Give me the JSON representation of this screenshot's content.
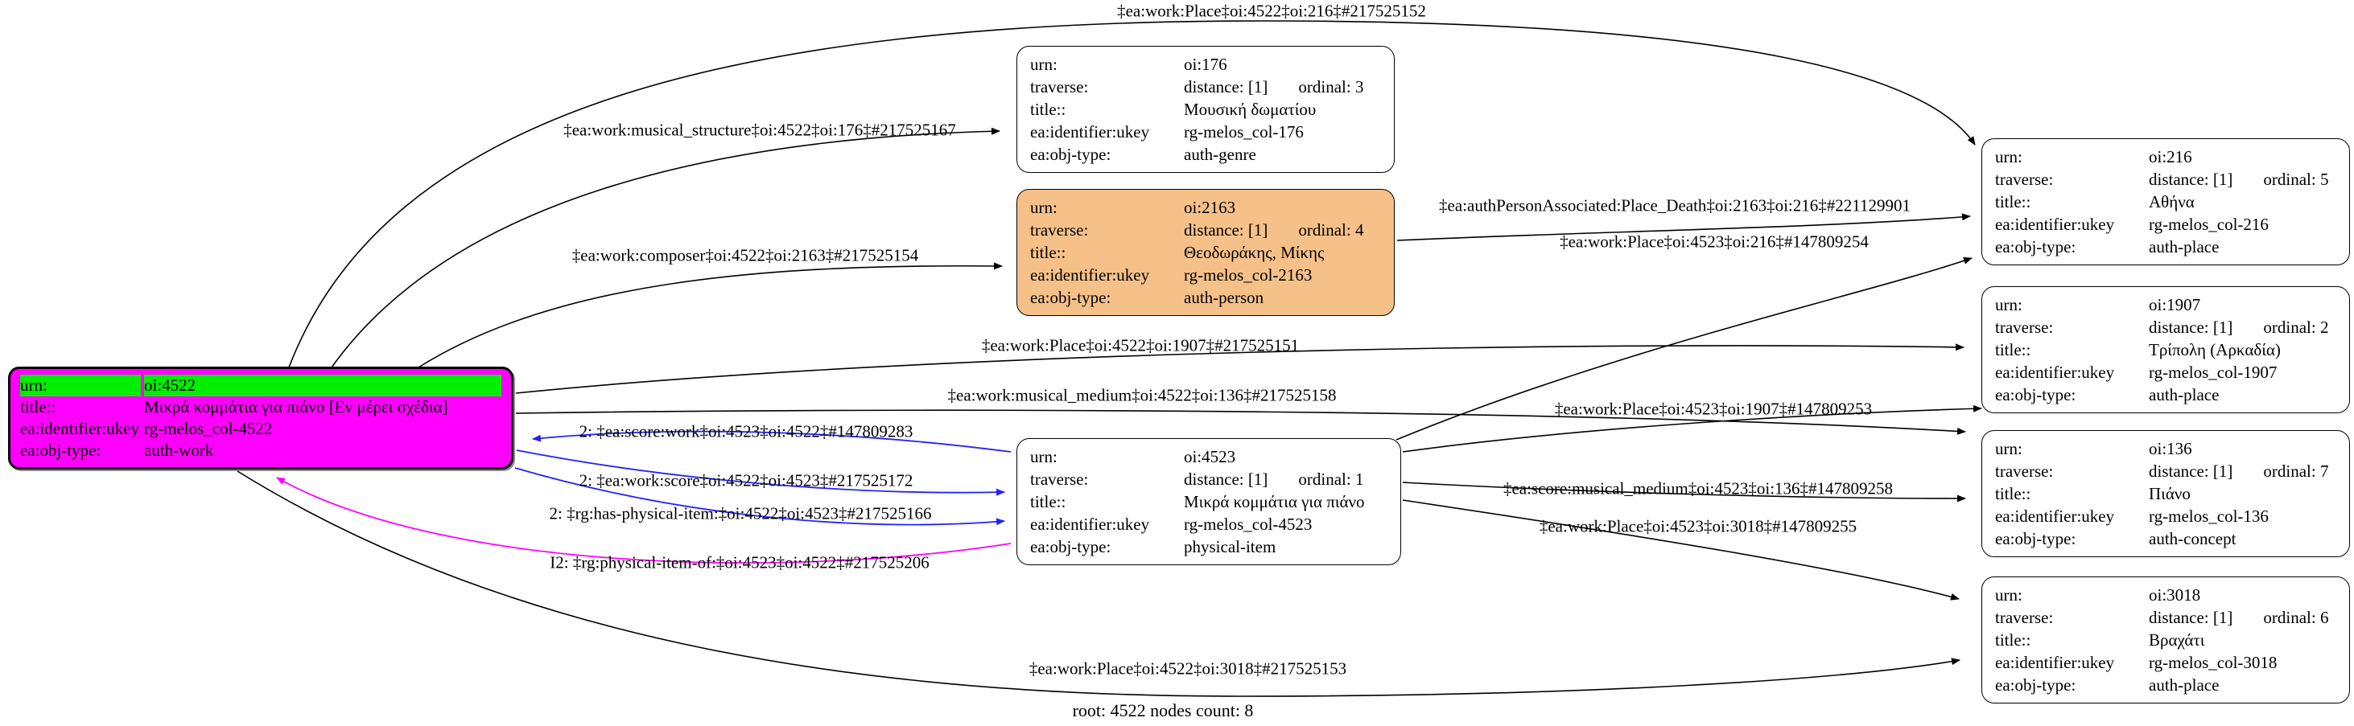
{
  "footer": {
    "text": "root: 4522 nodes count: 8"
  },
  "colors": {
    "root_fill": "#ff00ff",
    "root_urn_bg": "#00ee00",
    "person_fill": "#f5c189",
    "node_fill": "#ffffff",
    "edge_black": "#000000",
    "edge_blue": "#2222ff",
    "edge_magenta": "#ff00ff"
  },
  "nodes": {
    "n4522": {
      "rows": {
        "urn": {
          "label": "urn:",
          "value": "oi:4522"
        },
        "title": {
          "label": "title::",
          "value": "Μικρά κομμάτια για πιάνο [Εν μέρει σχέδια]"
        },
        "ukey": {
          "label": "ea:identifier:ukey",
          "value": "rg-melos_col-4522"
        },
        "objtype": {
          "label": "ea:obj-type:",
          "value": "auth-work"
        }
      }
    },
    "n176": {
      "rows": {
        "urn": {
          "label": "urn:",
          "value": "oi:176"
        },
        "traverse": {
          "label": "traverse:",
          "value": "distance: [1]",
          "ordinal": "ordinal: 3"
        },
        "title": {
          "label": "title::",
          "value": "Μουσική δωματίου"
        },
        "ukey": {
          "label": "ea:identifier:ukey",
          "value": "rg-melos_col-176"
        },
        "objtype": {
          "label": "ea:obj-type:",
          "value": "auth-genre"
        }
      }
    },
    "n2163": {
      "rows": {
        "urn": {
          "label": "urn:",
          "value": "oi:2163"
        },
        "traverse": {
          "label": "traverse:",
          "value": "distance: [1]",
          "ordinal": "ordinal: 4"
        },
        "title": {
          "label": "title::",
          "value": "Θεοδωράκης, Μίκης"
        },
        "ukey": {
          "label": "ea:identifier:ukey",
          "value": "rg-melos_col-2163"
        },
        "objtype": {
          "label": "ea:obj-type:",
          "value": "auth-person"
        }
      }
    },
    "n4523": {
      "rows": {
        "urn": {
          "label": "urn:",
          "value": "oi:4523"
        },
        "traverse": {
          "label": "traverse:",
          "value": "distance: [1]",
          "ordinal": "ordinal: 1"
        },
        "title": {
          "label": "title::",
          "value": "Μικρά κομμάτια για πιάνο"
        },
        "ukey": {
          "label": "ea:identifier:ukey",
          "value": "rg-melos_col-4523"
        },
        "objtype": {
          "label": "ea:obj-type:",
          "value": "physical-item"
        }
      }
    },
    "n216": {
      "rows": {
        "urn": {
          "label": "urn:",
          "value": "oi:216"
        },
        "traverse": {
          "label": "traverse:",
          "value": "distance: [1]",
          "ordinal": "ordinal: 5"
        },
        "title": {
          "label": "title::",
          "value": "Αθήνα"
        },
        "ukey": {
          "label": "ea:identifier:ukey",
          "value": "rg-melos_col-216"
        },
        "objtype": {
          "label": "ea:obj-type:",
          "value": "auth-place"
        }
      }
    },
    "n1907": {
      "rows": {
        "urn": {
          "label": "urn:",
          "value": "oi:1907"
        },
        "traverse": {
          "label": "traverse:",
          "value": "distance: [1]",
          "ordinal": "ordinal: 2"
        },
        "title": {
          "label": "title::",
          "value": "Τρίπολη (Αρκαδία)"
        },
        "ukey": {
          "label": "ea:identifier:ukey",
          "value": "rg-melos_col-1907"
        },
        "objtype": {
          "label": "ea:obj-type:",
          "value": "auth-place"
        }
      }
    },
    "n136": {
      "rows": {
        "urn": {
          "label": "urn:",
          "value": "oi:136"
        },
        "traverse": {
          "label": "traverse:",
          "value": "distance: [1]",
          "ordinal": "ordinal: 7"
        },
        "title": {
          "label": "title::",
          "value": "Πιάνο"
        },
        "ukey": {
          "label": "ea:identifier:ukey",
          "value": "rg-melos_col-136"
        },
        "objtype": {
          "label": "ea:obj-type:",
          "value": "auth-concept"
        }
      }
    },
    "n3018": {
      "rows": {
        "urn": {
          "label": "urn:",
          "value": "oi:3018"
        },
        "traverse": {
          "label": "traverse:",
          "value": "distance: [1]",
          "ordinal": "ordinal: 6"
        },
        "title": {
          "label": "title::",
          "value": "Βραχάτι"
        },
        "ukey": {
          "label": "ea:identifier:ukey",
          "value": "rg-melos_col-3018"
        },
        "objtype": {
          "label": "ea:obj-type:",
          "value": "auth-place"
        }
      }
    }
  },
  "edges": {
    "e1": {
      "label": "‡ea:work:Place‡oi:4522‡oi:216‡#217525152"
    },
    "e2": {
      "label": "‡ea:work:musical_structure‡oi:4522‡oi:176‡#217525167"
    },
    "e3": {
      "label": "‡ea:work:composer‡oi:4522‡oi:2163‡#217525154"
    },
    "e4": {
      "label": "‡ea:authPersonAssociated:Place_Death‡oi:2163‡oi:216‡#221129901"
    },
    "e5": {
      "label": "‡ea:work:Place‡oi:4523‡oi:216‡#147809254"
    },
    "e6": {
      "label": "‡ea:work:Place‡oi:4522‡oi:1907‡#217525151"
    },
    "e7": {
      "label": "‡ea:work:musical_medium‡oi:4522‡oi:136‡#217525158"
    },
    "e8": {
      "label": "‡ea:work:Place‡oi:4523‡oi:1907‡#147809253"
    },
    "e9": {
      "label": "2: ‡ea:score:work‡oi:4523‡oi:4522‡#147809283"
    },
    "e10": {
      "label": "2: ‡ea:work:score‡oi:4522‡oi:4523‡#217525172"
    },
    "e11": {
      "label": "‡ea:score:musical_medium‡oi:4523‡oi:136‡#147809258"
    },
    "e12": {
      "label": "2: ‡rg:has-physical-item:‡oi:4522‡oi:4523‡#217525166"
    },
    "e13": {
      "label": "‡ea:work:Place‡oi:4523‡oi:3018‡#147809255"
    },
    "e14": {
      "label": "I2: ‡rg:physical-item-of:‡oi:4523‡oi:4522‡#217525206"
    },
    "e15": {
      "label": "‡ea:work:Place‡oi:4522‡oi:3018‡#217525153"
    }
  }
}
